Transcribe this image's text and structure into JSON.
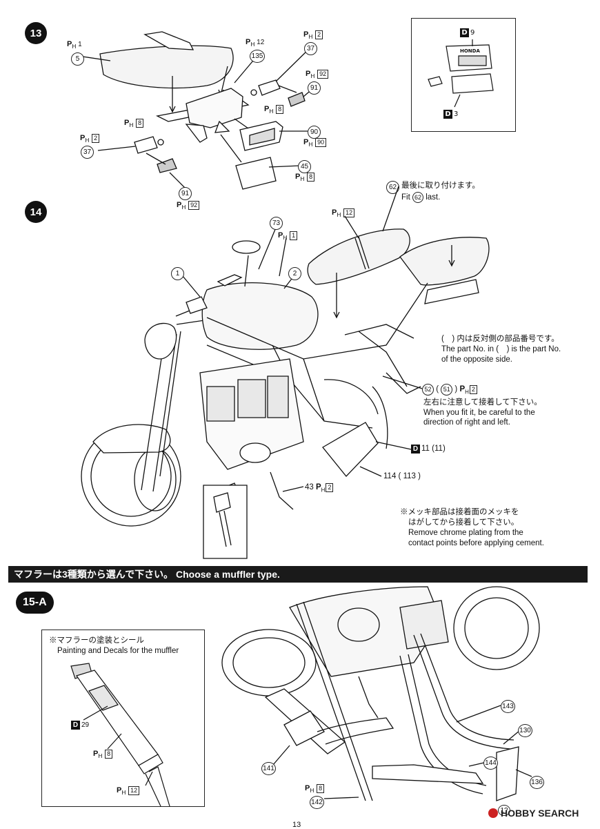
{
  "steps": {
    "s13": "13",
    "s14": "14",
    "s15": "15-A"
  },
  "step13": {
    "ph_1": "1",
    "part_5": "5",
    "ph_12": "12",
    "part_135": "135",
    "ph_2a": "2",
    "part_37a": "37",
    "ph_92a": "92",
    "part_91a": "91",
    "ph_8a": "8",
    "ph_8b": "8",
    "ph_2b": "2",
    "part_37b": "37",
    "part_90": "90",
    "ph_90": "90",
    "part_45": "45",
    "ph_8c": "8",
    "part_91b": "91",
    "ph_92b": "92",
    "inset": {
      "d_top_letter": "D",
      "d_top_num": "9",
      "honda": "HONDA",
      "d_bot_letter": "D",
      "d_bot_num": "3"
    }
  },
  "step14": {
    "part_62": "62",
    "fit_last_jp": "最後に取り付けます。",
    "fit_last_en_a": "Fit",
    "fit_last_en_b": "last.",
    "ph_12": "12",
    "part_73": "73",
    "ph_1": "1",
    "part_1": "1",
    "part_2": "2",
    "opposite_jp": "(　) 内は反対側の部品番号です。",
    "opposite_en1": "The part No. in (　) is the part No.",
    "opposite_en2": "of the opposite side.",
    "part_52": "52",
    "part_51": "51",
    "ph_2a": "2",
    "careful_jp": "左右に注意して接着して下さい。",
    "careful_en1": "When you fit it, be careful to the",
    "careful_en2": "direction of right and left.",
    "d_letter": "D",
    "part_11": "11",
    "part_11b": "11",
    "part_114": "114",
    "part_113": "113",
    "part_43": "43",
    "ph_2b": "2",
    "chrome_jp1": "※メッキ部品は接着面のメッキを",
    "chrome_jp2": "はがしてから接着して下さい。",
    "chrome_en1": "Remove chrome plating from the",
    "chrome_en2": "contact points before applying cement."
  },
  "banner": "マフラーは3種類から選んで下さい。 Choose a muffler type.",
  "step15": {
    "inset_jp": "※マフラーの塗装とシール",
    "inset_en": "Painting and Decals for the muffler",
    "d_letter": "D",
    "d_num": "29",
    "ph_8a": "8",
    "ph_12": "12",
    "part_143": "143",
    "part_130": "130",
    "part_141": "141",
    "part_144": "144",
    "part_136": "136",
    "ph_8b": "8",
    "part_142": "142",
    "part_14x": "1?"
  },
  "ph_prefix": "P",
  "ph_sub": "H",
  "watermark": "HOBBY SEARCH",
  "page_number": "13"
}
